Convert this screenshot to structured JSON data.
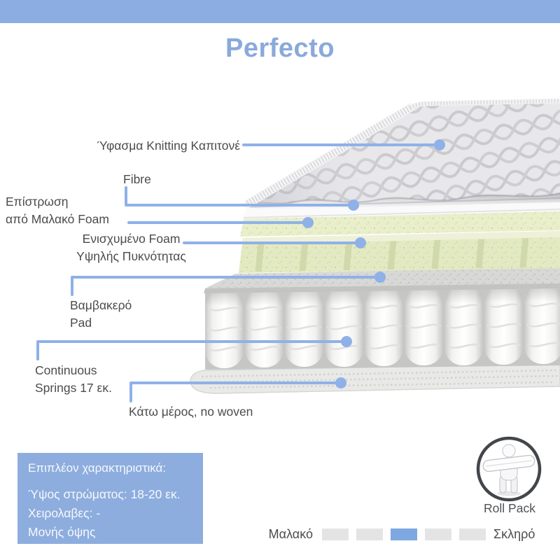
{
  "title": "Perfecto",
  "layer_labels": [
    {
      "id": "fabric-knitting",
      "lines": [
        "Ύφασμα Knitting Καπιτονέ"
      ]
    },
    {
      "id": "fibre",
      "lines": [
        "Fibre"
      ]
    },
    {
      "id": "soft-foam",
      "lines": [
        "Επίστρωση",
        "από Μαλακό Foam"
      ]
    },
    {
      "id": "reinforced-foam",
      "lines": [
        "Ενισχυμένο Foam",
        "Υψηλής Πυκνότητας"
      ]
    },
    {
      "id": "cotton-pad",
      "lines": [
        "Βαμβακερό",
        "Pad"
      ]
    },
    {
      "id": "continuous-springs",
      "lines": [
        "Continuous",
        "Springs 17 εκ."
      ]
    },
    {
      "id": "bottom-no-woven",
      "lines": [
        "Κάτω μέρος, no woven"
      ]
    }
  ],
  "info_box": {
    "title": "Επιπλέον χαρακτηριστικά:",
    "lines": [
      "Ύψος στρώματος: 18-20 εκ.",
      "Χειρολαβες: -",
      "Μονής όψης"
    ]
  },
  "roll_pack": {
    "label": "Roll Pack",
    "icon": "roll-pack-figure-icon"
  },
  "firmness_scale": {
    "left_label": "Μαλακό",
    "right_label": "Σκληρό",
    "levels": 5,
    "active_level": 3
  },
  "colors": {
    "top_bar": "#8cade1",
    "title": "#8aa9db",
    "leader_line": "#8fb1e8",
    "label_text": "#4c4c4e",
    "info_box_bg": "#8dadde",
    "info_box_text": "#f6f8fc",
    "firmness_active": "#7ea8e2",
    "firmness_inactive": "#e4e4e4",
    "foam": "#e9eecb",
    "roll_pack_ring": "#43464a"
  }
}
